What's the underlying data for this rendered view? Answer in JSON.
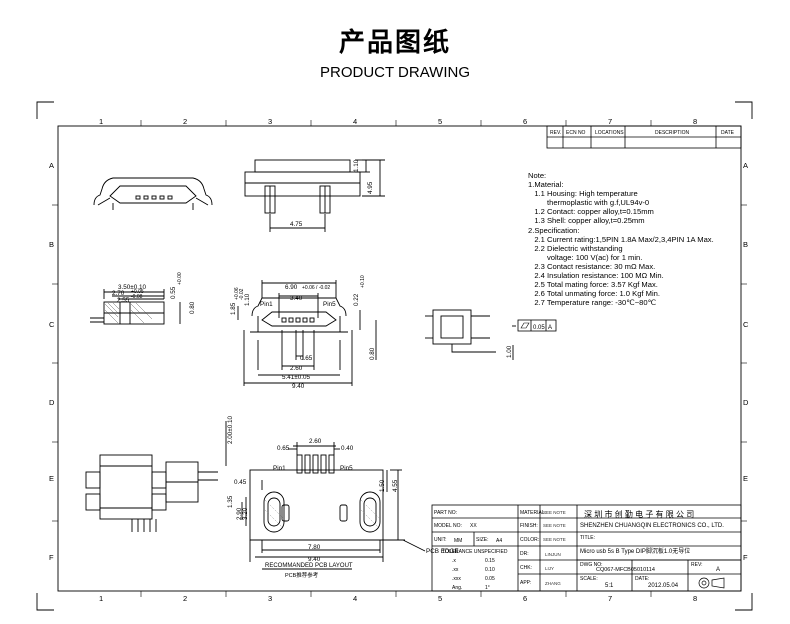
{
  "header": {
    "title_cn": "产品图纸",
    "title_en": "PRODUCT DRAWING"
  },
  "grid": {
    "columns": [
      "1",
      "2",
      "3",
      "4",
      "5",
      "6",
      "7",
      "8"
    ],
    "rows": [
      "A",
      "B",
      "C",
      "D",
      "E",
      "F"
    ]
  },
  "revision_table": {
    "rev": "REV.",
    "ecn": "ECN NO",
    "locations": "LOCATIONS",
    "description": "DESCRIPTION",
    "date": "DATE"
  },
  "notes": [
    "Note:",
    "1.Material:",
    "   1.1 Housing: High temperature",
    "         thermoplastic with g.f,UL94v-0",
    "   1.2 Contact: copper alloy,t=0.15mm",
    "   1.3 Shell: copper alloy,t=0.25mm",
    "2.Specification:",
    "   2.1 Current rating:1,5PIN 1.8A Max/2,3,4PIN 1A Max.",
    "   2.2 Dielectric withstanding",
    "         voltage: 100 V(ac) for 1 min.",
    "   2.3 Contact resistance: 30 mΩ Max.",
    "   2.4 Insulation resistance: 100 MΩ Min.",
    "   2.5 Total mating force: 3.57 Kgf Max.",
    "   2.6 Total unmating force: 1.0 Kgf Min.",
    "   2.7 Temperature range: -30℃~80℃"
  ],
  "dimensions": {
    "d_1_10": "1.10",
    "d_4_95": "4.95",
    "d_4_75": "4.75",
    "d_3_50": "3.50±0.10",
    "d_2_70": "2.70",
    "d_0_05": "+0.05",
    "d_0_08": "-0.08",
    "d_2_55": "2.55",
    "d_0_55": "0.55",
    "d_0_00": "+0.00",
    "d_0_80": "0.80",
    "d_1_85": "1.85",
    "d_0_06": "+0.06",
    "d_0_02": "-0.02",
    "d_6_90": "6.90",
    "d_6_90_tol": "+0.06 / -0.02",
    "d_3_40": "3.40",
    "pin1": "Pin1",
    "pin5": "Pin5",
    "d_0_22": "0.22",
    "d_0_10": "+0.10",
    "d_1_10b": "1.10",
    "d_0_65": "0.65",
    "d_2_60": "2.60",
    "d_5_41": "5.41±0.05",
    "d_9_40": "9.40",
    "d_0_80b": "0.80",
    "flatness": "0.05",
    "datum": "A",
    "d_1_00": "1.00",
    "d_2_00": "2.00±0.10",
    "d_0_65b": "0.65",
    "d_2_60b": "2.60",
    "d_0_40": "0.40",
    "d_0_45": "0.45",
    "d_1_50": "1.50",
    "d_4_55": "4.55",
    "d_1_35": "1.35",
    "d_2_90": "2.90",
    "d_3_20": "3.20",
    "d_7_80": "7.80",
    "d_9_40b": "9.40",
    "pcb_edge": "PCB EDGE",
    "pcb_layout": "RECOMMANDED PCB LAYOUT",
    "pcb_layout_cn": "PCB推荐参考"
  },
  "title_block": {
    "part_no_label": "PART NO:",
    "material_label": "MATERIAL:",
    "material_value": "SEE NOTE",
    "model_no_label": "MODEL NO:",
    "model_no_value": "XX",
    "finish_label": "FINISH:",
    "finish_value": "SEE NOTE",
    "company_cn": "深 圳 市 创 勤 电 子 有 限 公 司",
    "company_en": "SHENZHEN CHUANGQIN ELECTRONICS CO., LTD.",
    "unit_label": "UNIT:",
    "unit_value": "MM",
    "size_label": "SIZE:",
    "size_value": "A4",
    "color_label": "COLOR:",
    "color_value": "SEE NOTE",
    "title_label": "TITLE:",
    "title_value": "Micro usb 5s B Type DIP脚沉板1.0无导位",
    "tolerance_label": "TOLERANCE UNSPECIFIED",
    "tol_rows": [
      [
        ".x",
        "0.15"
      ],
      [
        ".xx",
        "0.10"
      ],
      [
        ".xxx",
        "0.05"
      ],
      [
        "Ang.",
        "1°"
      ]
    ],
    "dr_label": "DR:",
    "dr_value": "LINJUN",
    "chk_label": "CHK:",
    "chk_value": "LIJY",
    "app_label": "APP:",
    "app_value": "ZHANG",
    "dwg_no_label": "DWG NO:",
    "dwg_no_value": "CQ067-MFCB05010114",
    "rev_label": "REV:",
    "rev_value": "A",
    "scale_label": "SCALE:",
    "scale_value": "5:1",
    "date_label": "DATE:",
    "date_value": "2012.05.04"
  }
}
